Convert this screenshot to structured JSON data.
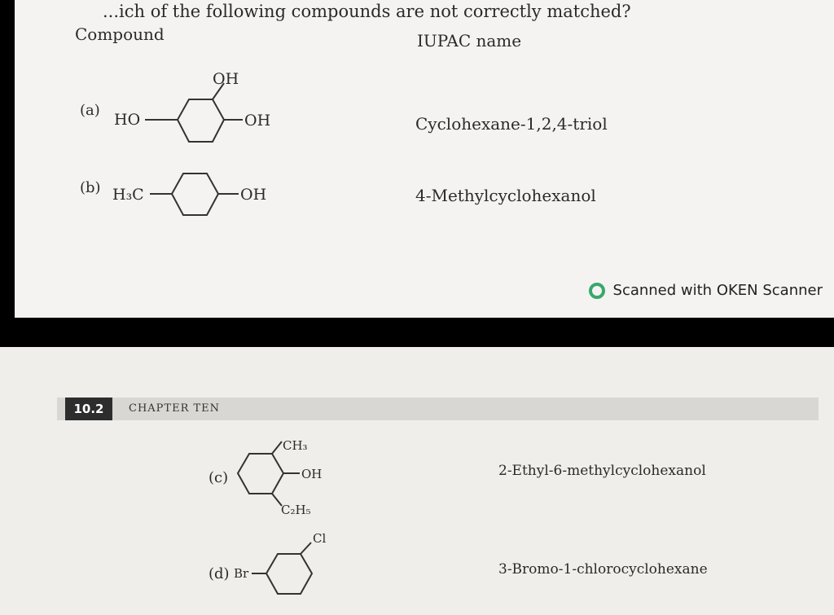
{
  "question": "...ich of the following compounds are not correctly matched?",
  "columns": {
    "compound": "Compound",
    "iupac": "IUPAC name"
  },
  "items": [
    {
      "label": "(a)",
      "name": "Cyclohexane-1,2,4-triol",
      "subs": [
        "HO",
        "OH",
        "OH"
      ]
    },
    {
      "label": "(b)",
      "name": "4-Methylcyclohexanol",
      "subs": [
        "H₃C",
        "OH"
      ]
    },
    {
      "label": "(c)",
      "name": "2-Ethyl-6-methylcyclohexanol",
      "subs": [
        "CH₃",
        "OH",
        "C₂H₅"
      ]
    },
    {
      "label": "(d)",
      "name": "3-Bromo-1-chlorocyclohexane",
      "subs": [
        "Br",
        "Cl"
      ]
    }
  ],
  "scanner": "Scanned with OKEN Scanner",
  "section": {
    "number": "10.2",
    "chapter": "CHAPTER TEN"
  },
  "colors": {
    "scanner_logo": "#3aa76d"
  }
}
